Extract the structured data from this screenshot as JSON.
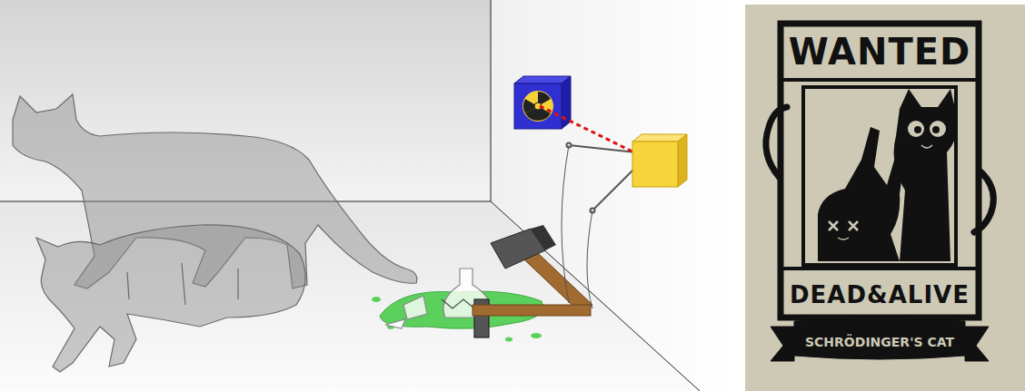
{
  "diagram": {
    "nodes": [
      {
        "text": [
          "WANTED",
          "DEAD&ALIVE"
        ]
      },
      {
        "text": [
          "SCHRÖDINGER'S CAT"
        ]
      }
    ]
  }
}
